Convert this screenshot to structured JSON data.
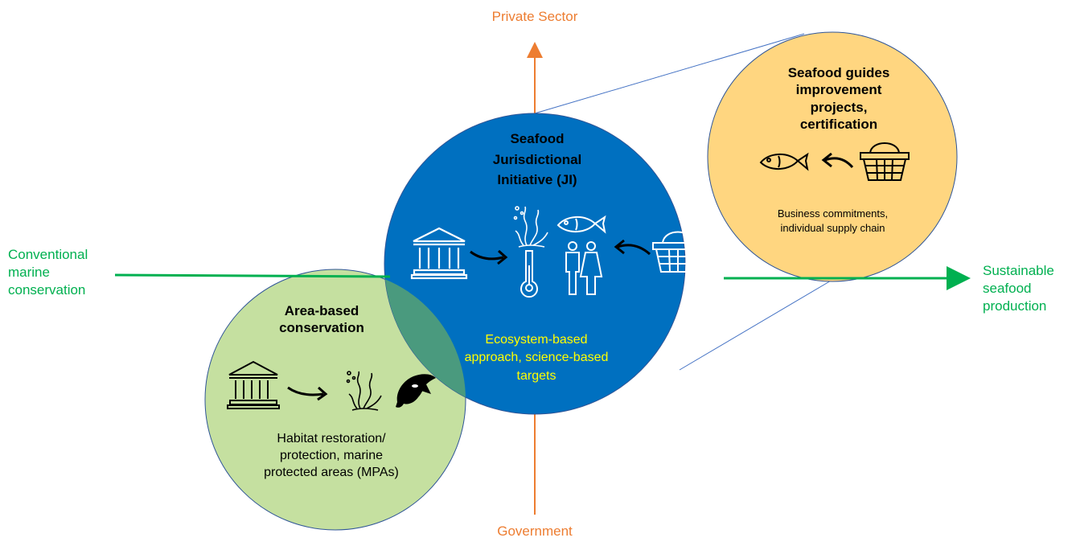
{
  "axes": {
    "top": "Private Sector",
    "bottom": "Government",
    "left": "Conventional marine conservation",
    "right": "Sustainable seafood production"
  },
  "circles": {
    "area_based": {
      "title": "Area-based conservation",
      "description": "Habitat restoration/ protection, marine protected areas (MPAs)",
      "icons": [
        "government-building-icon",
        "arrow-right-icon",
        "seaweed-icon",
        "orca-icon"
      ]
    },
    "jurisdictional": {
      "title": "Seafood Jurisdictional Initiative (JI)",
      "description": "Ecosystem-based approach, science-based targets",
      "icons": [
        "government-building-icon",
        "arrow-right-icon",
        "seaweed-icon",
        "fish-icon",
        "thermometer-icon",
        "people-icon",
        "arrow-left-icon",
        "shopping-basket-icon"
      ]
    },
    "seafood_guides": {
      "title": "Seafood guides improvement projects, certification",
      "description": "Business commitments, individual supply chain",
      "icons": [
        "fish-icon",
        "arrow-left-icon",
        "shopping-basket-icon"
      ]
    }
  },
  "colors": {
    "axis_orange": "#ed7d31",
    "axis_green": "#00b050",
    "green_circle": "#c5e0a0",
    "blue_circle": "#0070c0",
    "yellow_circle": "#ffd680",
    "overlap": "#4a9a7e",
    "description_yellow": "#ffff00"
  }
}
